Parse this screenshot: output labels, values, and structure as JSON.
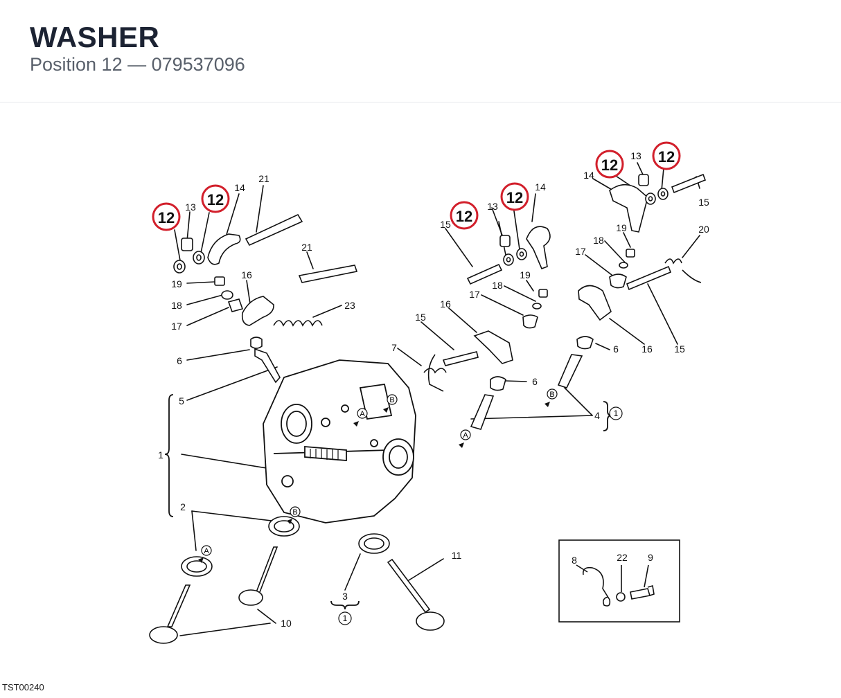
{
  "header": {
    "title": "WASHER",
    "subtitle": "Position 12 — 079537096"
  },
  "diagram": {
    "highlight_color": "#d21f2b",
    "highlight_label": "12",
    "callouts": {
      "c13a": "13",
      "c14a": "14",
      "c21a": "21",
      "c19a": "19",
      "c18a": "18",
      "c17a": "17",
      "c16a": "16",
      "c21b": "21",
      "c23": "23",
      "c6a": "6",
      "c5": "5",
      "c1": "1",
      "c2": "2",
      "c10": "10",
      "c3": "3",
      "c11": "11",
      "c15a": "15",
      "c13b": "13",
      "c14b": "14",
      "c18b": "18",
      "c19b": "19",
      "c17b": "17",
      "c16b": "16",
      "c15b": "15",
      "c7": "7",
      "c6b": "6",
      "c4": "4",
      "c14c": "14",
      "c13c": "13",
      "c15c": "15",
      "c19c": "19",
      "c18c": "18",
      "c17c": "17",
      "c20": "20",
      "c6c": "6",
      "c16c": "16",
      "c15d": "15",
      "c8": "8",
      "c22": "22",
      "c9": "9"
    },
    "ref_letters": {
      "a": "A",
      "b": "B"
    },
    "circled_note": "1"
  },
  "footer": {
    "code": "TST00240"
  }
}
